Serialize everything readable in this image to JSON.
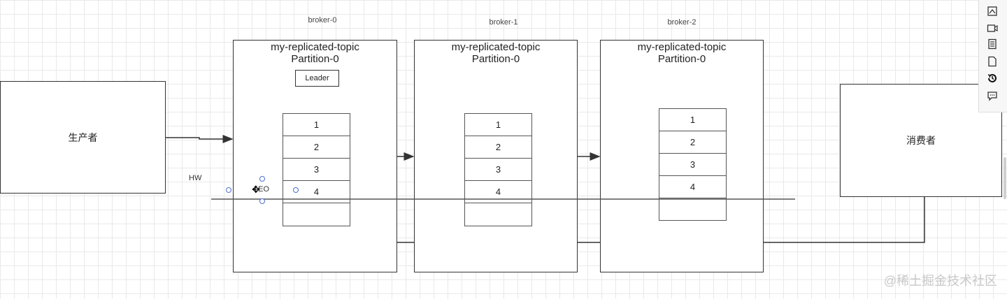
{
  "producer": {
    "label": "生产者"
  },
  "consumer": {
    "label": "消费者"
  },
  "hw_label": "HW",
  "leo_label": "LEO",
  "brokers": [
    {
      "name": "broker-0",
      "topic": "my-replicated-topic",
      "partition": "Partition-0",
      "leader": "Leader",
      "cells": [
        "1",
        "2",
        "3",
        "4",
        ""
      ]
    },
    {
      "name": "broker-1",
      "topic": "my-replicated-topic",
      "partition": "Partition-0",
      "cells": [
        "1",
        "2",
        "3",
        "4",
        ""
      ]
    },
    {
      "name": "broker-2",
      "topic": "my-replicated-topic",
      "partition": "Partition-0",
      "cells": [
        "1",
        "2",
        "3",
        "4",
        ""
      ]
    }
  ],
  "toolbar_icons": [
    "format-icon",
    "video-icon",
    "document-icon",
    "page-icon",
    "history-icon",
    "comment-icon"
  ],
  "watermark": "@稀土掘金技术社区",
  "colors": {
    "line": "#333333",
    "handle": "#4a6fd0",
    "grid": "#e9e9e9"
  }
}
